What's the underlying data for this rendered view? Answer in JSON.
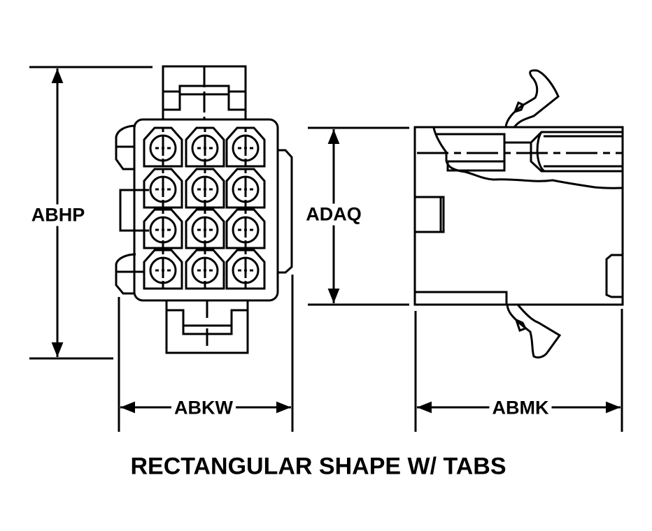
{
  "dimensions": {
    "height_overall": "ABHP",
    "height_body": "ADAQ",
    "width": "ABKW",
    "length": "ABMK"
  },
  "title": "RECTANGULAR SHAPE W/ TABS",
  "cavity_grid": {
    "rows": 4,
    "columns": 3
  }
}
